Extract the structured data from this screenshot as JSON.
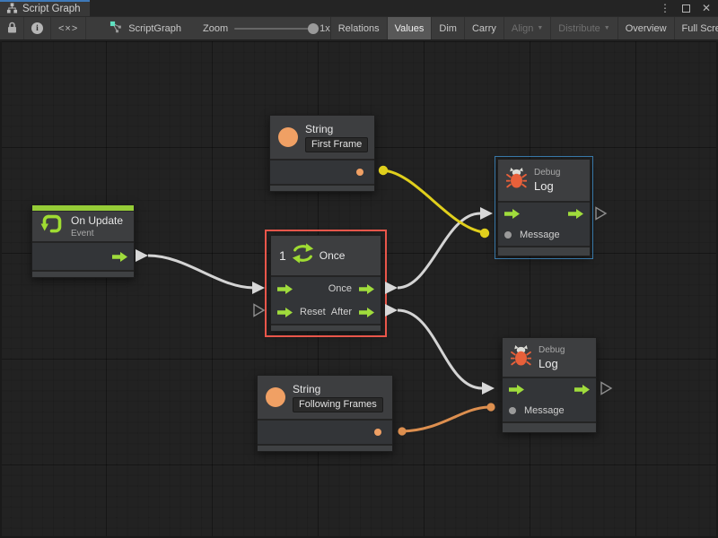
{
  "window": {
    "tab_title": "Script Graph",
    "controls": {
      "menu_glyph": "⋮",
      "close_glyph": "✕"
    }
  },
  "toolbar": {
    "info_glyph": "i",
    "code_glyph": "<×>",
    "graph_name": "ScriptGraph",
    "zoom_label": "Zoom",
    "zoom_value": "1x",
    "buttons": [
      {
        "label": "Relations",
        "state": "normal"
      },
      {
        "label": "Values",
        "state": "active"
      },
      {
        "label": "Dim",
        "state": "normal"
      },
      {
        "label": "Carry",
        "state": "normal"
      },
      {
        "label": "Align",
        "state": "disabled",
        "dropdown": "▼"
      },
      {
        "label": "Distribute",
        "state": "disabled",
        "dropdown": "▼"
      },
      {
        "label": "Overview",
        "state": "normal"
      },
      {
        "label": "Full Screen",
        "state": "normal"
      }
    ]
  },
  "graph": {
    "nodes": {
      "string_top": {
        "type": "String",
        "value": "First Frame"
      },
      "debug_top": {
        "category": "Debug",
        "title": "Log",
        "input_label": "Message",
        "selected": true
      },
      "on_update": {
        "title": "On Update",
        "subtitle": "Event"
      },
      "once": {
        "count": "1",
        "title": "Once",
        "out_top": "Once",
        "in_bottom": "Reset",
        "out_bottom": "After",
        "selected": true
      },
      "string_bottom": {
        "type": "String",
        "value": "Following Frames"
      },
      "debug_bottom": {
        "category": "Debug",
        "title": "Log",
        "input_label": "Message",
        "selected": false
      }
    },
    "colors": {
      "flow_green": "#a0dc3c",
      "string_orange": "#f0a064",
      "bug_red": "#e8603a",
      "wire_yellow": "#e0cf1c",
      "wire_orange": "#dd8f4f",
      "wire_white": "#d8d8d8",
      "selection_blue": "#3878a8",
      "selection_red": "#e9564a",
      "event_green": "#95cc37"
    }
  }
}
